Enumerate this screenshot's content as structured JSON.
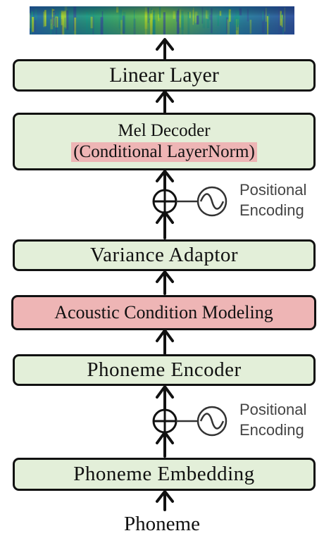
{
  "blocks": {
    "linear_layer": "Linear Layer",
    "mel_decoder": "Mel Decoder",
    "mel_decoder_sub": "(Conditional LayerNorm)",
    "variance_adaptor": "Variance Adaptor",
    "acoustic_condition": "Acoustic Condition Modeling",
    "phoneme_encoder": "Phoneme Encoder",
    "phoneme_embedding": "Phoneme Embedding"
  },
  "positional_encoding": {
    "line1": "Positional",
    "line2": "Encoding"
  },
  "input_label": "Phoneme",
  "colors": {
    "block_green": "#e3efd9",
    "block_pink": "#eeb5b5",
    "spectrogram_low": "#1f9e8a",
    "spectrogram_high": "#b6dd2e",
    "spectrogram_mid": "#3b5a9e"
  },
  "icons": [
    "mel-spectrogram-image",
    "add-circle-icon",
    "sine-wave-icon",
    "arrow-up-icon"
  ]
}
